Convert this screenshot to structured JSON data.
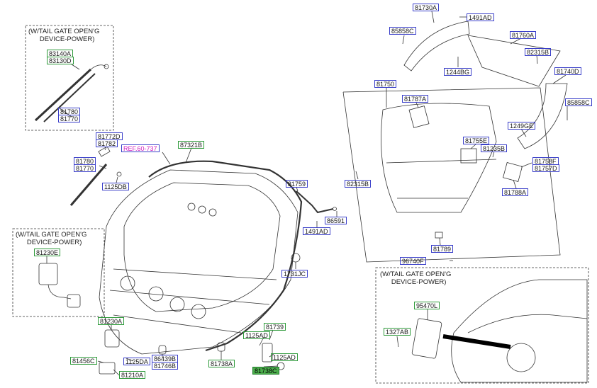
{
  "notes": {
    "top_left": "(W/TAIL GATE OPEN'G\n      DEVICE-POWER)",
    "mid_left": "(W/TAIL GATE OPEN'G\n      DEVICE-POWER)",
    "bottom_right": "(W/TAIL GATE OPEN'G\n      DEVICE-POWER)"
  },
  "labels": {
    "p83140A": "83140A",
    "p83130D": "83130D",
    "p81780a": "81780",
    "p81770a": "81770",
    "p81772D": "81772D",
    "p81782": "81782",
    "p81780b": "81780",
    "p81770b": "81770",
    "p1125DB": "1125DB",
    "ref": "REF.60-737",
    "p87321B": "87321B",
    "p81730A": "81730A",
    "p1491ADa": "1491AD",
    "p85858Ca": "85858C",
    "p81760A": "81760A",
    "p82315Ba": "82315B",
    "p1244BG": "1244BG",
    "p81740D": "81740D",
    "p81750": "81750",
    "p81787A": "81787A",
    "p85858Cb": "85858C",
    "p1249GE": "1249GE",
    "p81755E": "81755E",
    "p81235B": "81235B",
    "p81758F": "81758F",
    "p81757D": "81757D",
    "p82315Bb": "82315B",
    "p81788A": "81788A",
    "p81759": "81759",
    "p86591": "86591",
    "p1491ADb": "1491AD",
    "p81789": "81789",
    "p96740F": "96740F",
    "p1731JC": "1731JC",
    "p81230E": "81230E",
    "p81230A": "81230A",
    "p81456C": "81456C",
    "p1125DA": "1125DA",
    "p81210A": "81210A",
    "p86439B": "86439B",
    "p81746B": "81746B",
    "p81738A": "81738A",
    "p1125ADa": "1125AD",
    "p81739": "81739",
    "p1125ADb": "1125AD",
    "p81738C": "81738C",
    "p95470L": "95470L",
    "p1327AB": "1327AB"
  },
  "colors": {
    "blue_border": "#3a3fc9",
    "green_border": "#2e9a3a",
    "green_fill": "#4cae4c",
    "ref_text": "#d020c0",
    "line": "#333333"
  }
}
